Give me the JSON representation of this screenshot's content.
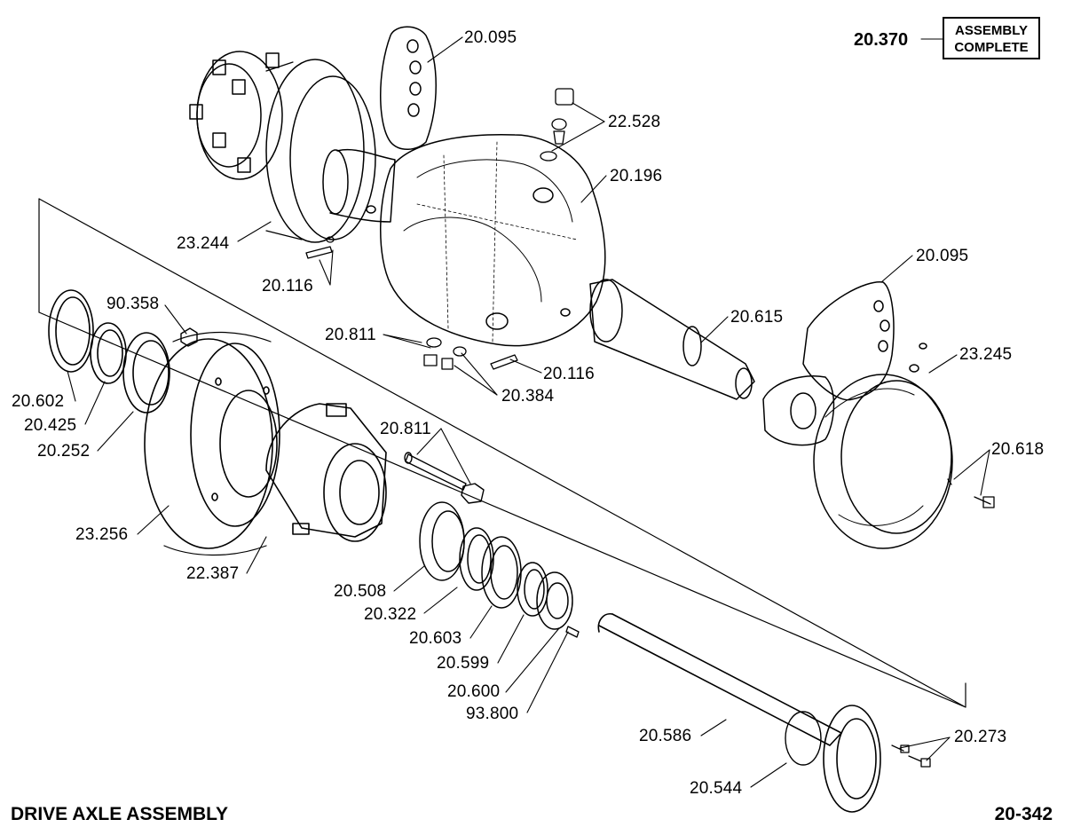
{
  "assembly": {
    "number": "20.370",
    "label_line1": "ASSEMBLY",
    "label_line2": "COMPLETE"
  },
  "footer": {
    "title": "DRIVE AXLE ASSEMBLY",
    "page": "20-342"
  },
  "parts": {
    "p20095a": "20.095",
    "p22528": "22.528",
    "p20196": "20.196",
    "p23244": "23.244",
    "p20116a": "20.116",
    "p20095b": "20.095",
    "p20615": "20.615",
    "p23245": "23.245",
    "p90358": "90.358",
    "p20811a": "20.811",
    "p20116b": "20.116",
    "p20384": "20.384",
    "p20602": "20.602",
    "p20425": "20.425",
    "p20252": "20.252",
    "p20811b": "20.811",
    "p20618": "20.618",
    "p23256": "23.256",
    "p22387": "22.387",
    "p20508": "20.508",
    "p20322": "20.322",
    "p20603": "20.603",
    "p20599": "20.599",
    "p20600": "20.600",
    "p93800": "93.800",
    "p20586": "20.586",
    "p20273": "20.273",
    "p20544": "20.544"
  }
}
